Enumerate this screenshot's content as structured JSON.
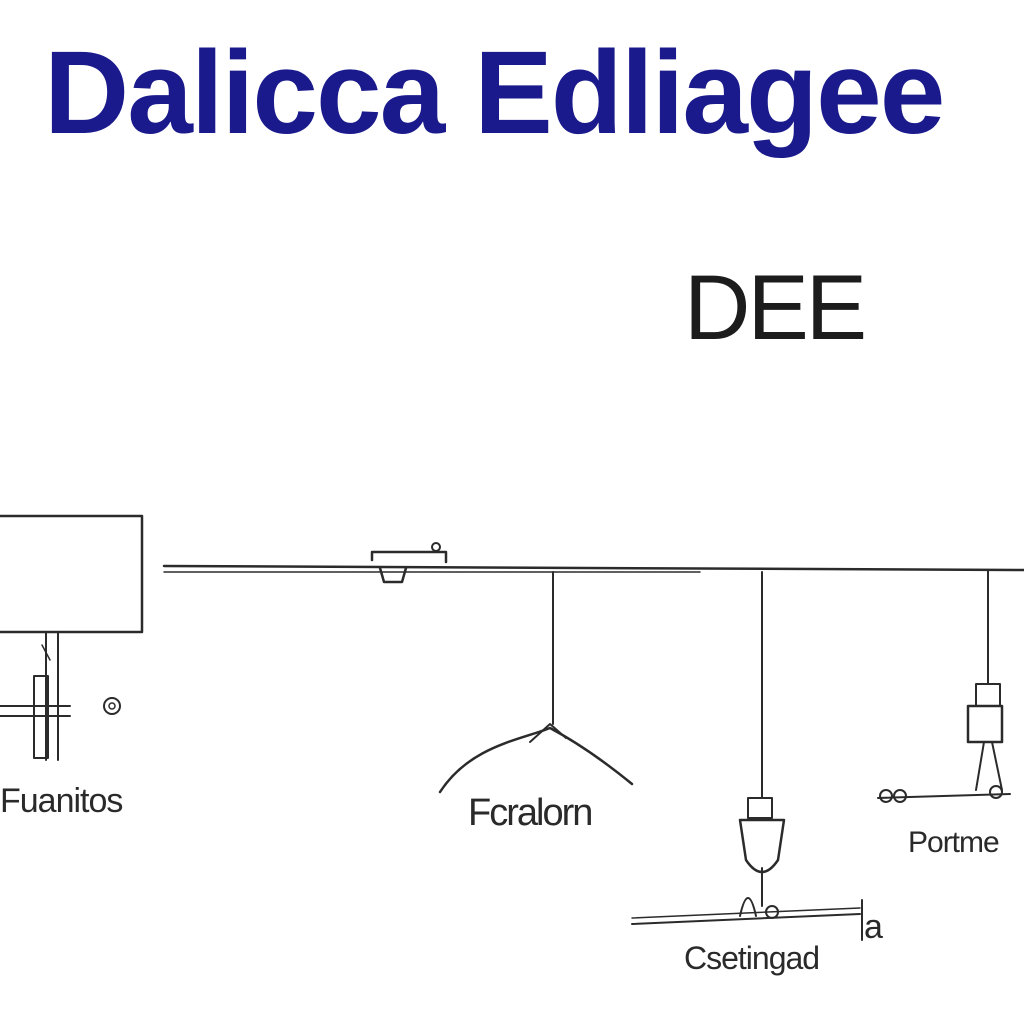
{
  "title": "Dalicca Edliagee",
  "subtitle": "DEE",
  "labels": {
    "left": "Fuanitos",
    "middle": "Fcralorn",
    "right": "Portme",
    "bottom": "Csetingad",
    "bottom_letter": "a"
  },
  "colors": {
    "title": "#1a1a8c",
    "ink": "#2b2b2b"
  }
}
